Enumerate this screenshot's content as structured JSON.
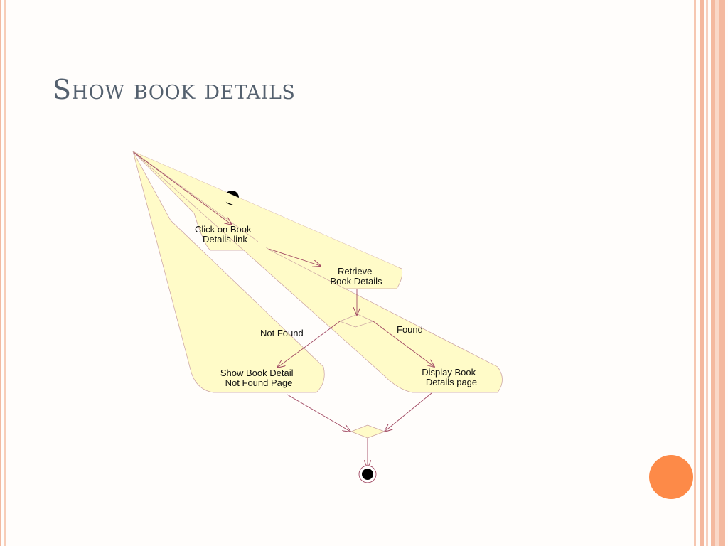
{
  "slide": {
    "title": "Show book details"
  },
  "diagram": {
    "nodes": {
      "click_link": [
        "Click on Book",
        "Details link"
      ],
      "retrieve": [
        "Retrieve",
        "Book Details"
      ],
      "not_found_page": [
        "Show Book Detail",
        "Not Found Page"
      ],
      "display_page": [
        "Display Book",
        "Details page"
      ]
    },
    "edge_labels": {
      "not_found": "Not Found",
      "found": "Found"
    }
  },
  "colors": {
    "node_fill": "#fffbc8",
    "edge": "#a24a63",
    "accent": "#fd8a48"
  }
}
